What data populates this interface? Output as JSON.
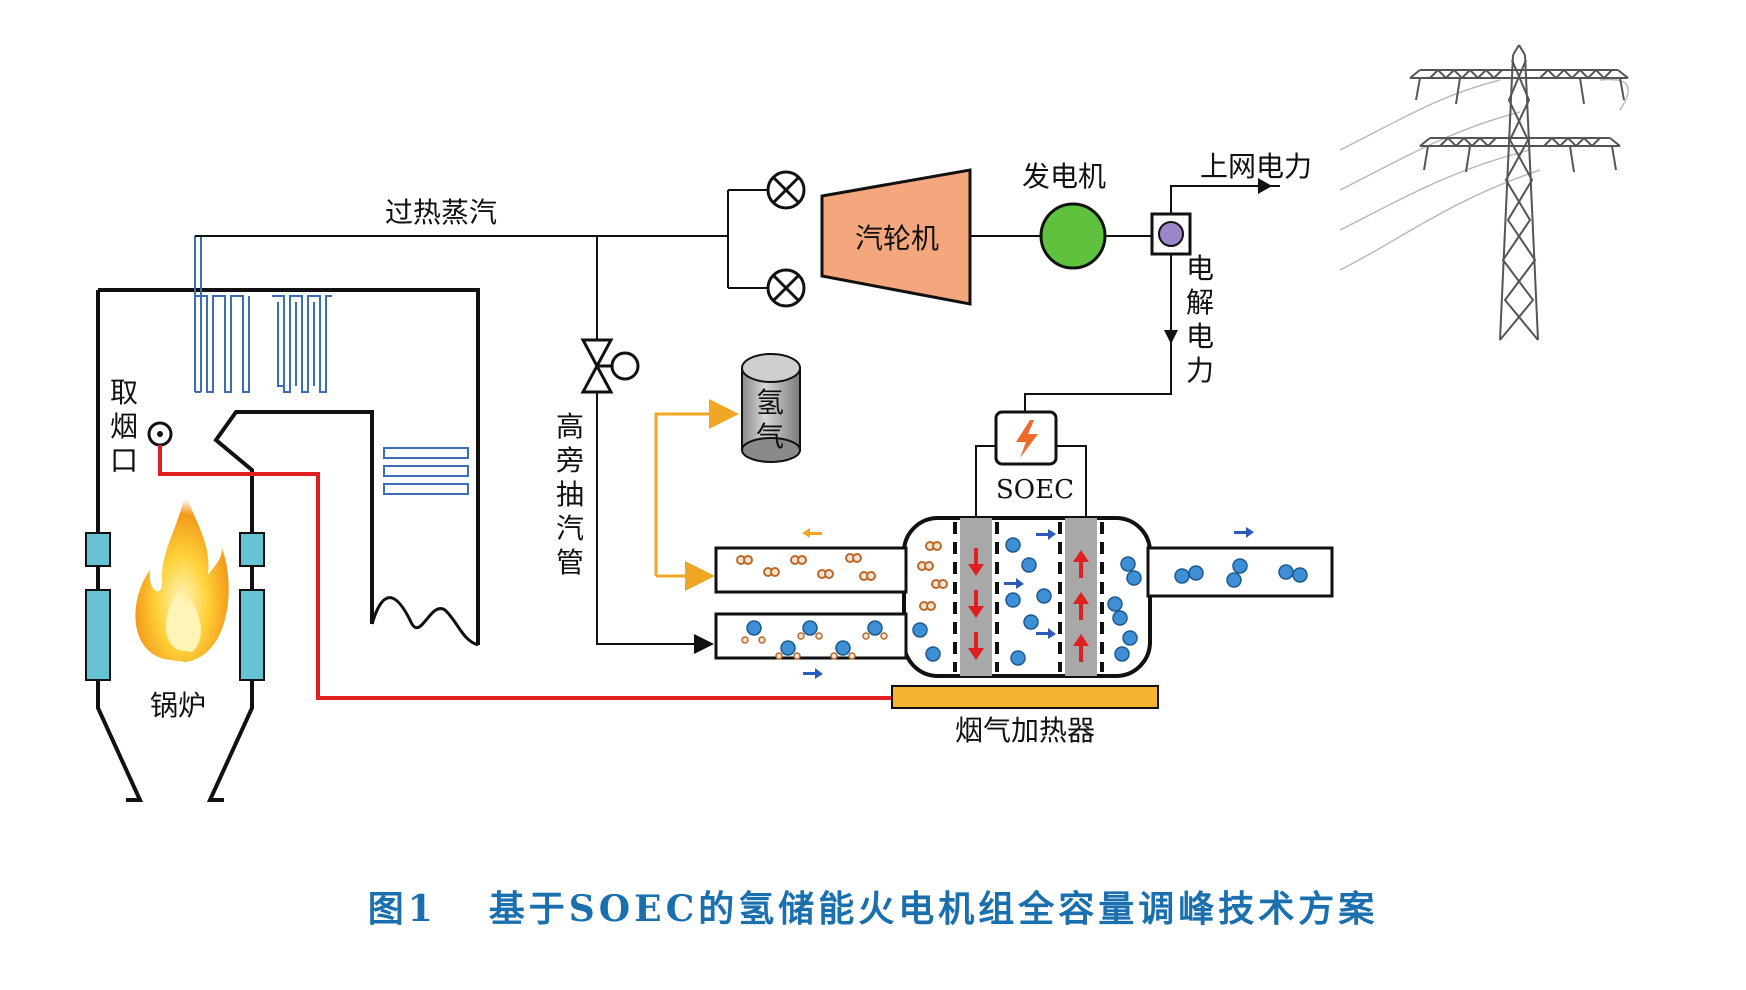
{
  "labels": {
    "superheated_steam": "过热蒸汽",
    "turbine": "汽轮机",
    "generator": "发电机",
    "grid_power": "上网电力",
    "electrolysis_power": [
      "电",
      "解",
      "电",
      "力"
    ],
    "hp_bypass": [
      "高",
      "旁",
      "抽",
      "汽",
      "管"
    ],
    "hydrogen": [
      "氢",
      "气"
    ],
    "soec": "SOEC",
    "flue_intake": [
      "取",
      "烟",
      "口"
    ],
    "boiler": "锅炉",
    "flue_heater": "烟气加热器"
  },
  "caption": {
    "number": "图1",
    "title": "基于SOEC的氢储能火电机组全容量调峰技术方案"
  },
  "colors": {
    "caption": "#1a6fae",
    "turbine_fill": "#f4a67c",
    "generator_fill": "#5ec23f",
    "switch_fill": "#9b86c9",
    "column": "#66c3d4",
    "heater": "#f5b531",
    "flue_line": "#e02020",
    "hydrogen_line": "#f0a824",
    "tube": "#3a6fb5",
    "h2_molecule": "#3d8fd6",
    "steam_molecule": "#d4874d"
  },
  "icons": [
    "valve-icon",
    "check-valve-icon",
    "lightning-icon",
    "flame-icon",
    "transmission-tower-icon"
  ]
}
